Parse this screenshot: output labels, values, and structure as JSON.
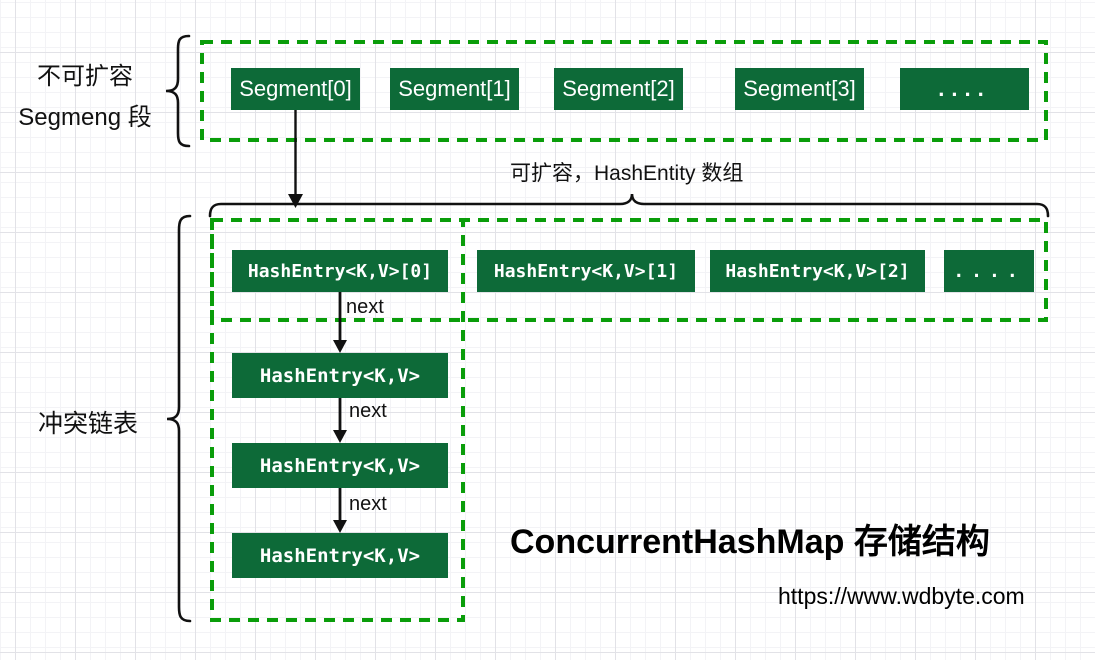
{
  "labels": {
    "segment_section_line1": "不可扩容",
    "segment_section_line2": "Segmeng 段",
    "expandable_note": "可扩容，HashEntity 数组",
    "collision_list": "冲突链表",
    "next": "next",
    "title": "ConcurrentHashMap 存储结构",
    "url": "https://www.wdbyte.com"
  },
  "segments": [
    "Segment[0]",
    "Segment[1]",
    "Segment[2]",
    "Segment[3]",
    "...."
  ],
  "hash_entries_row": [
    "HashEntry<K,V>[0]",
    "HashEntry<K,V>[1]",
    "HashEntry<K,V>[2]",
    "...."
  ],
  "chain_nodes": [
    "HashEntry<K,V>",
    "HashEntry<K,V>",
    "HashEntry<K,V>"
  ],
  "colors": {
    "box_fill": "#0d6a38",
    "box_text": "#ffffff",
    "dashed_border": "#0a9d0a",
    "line_color": "#111111"
  }
}
